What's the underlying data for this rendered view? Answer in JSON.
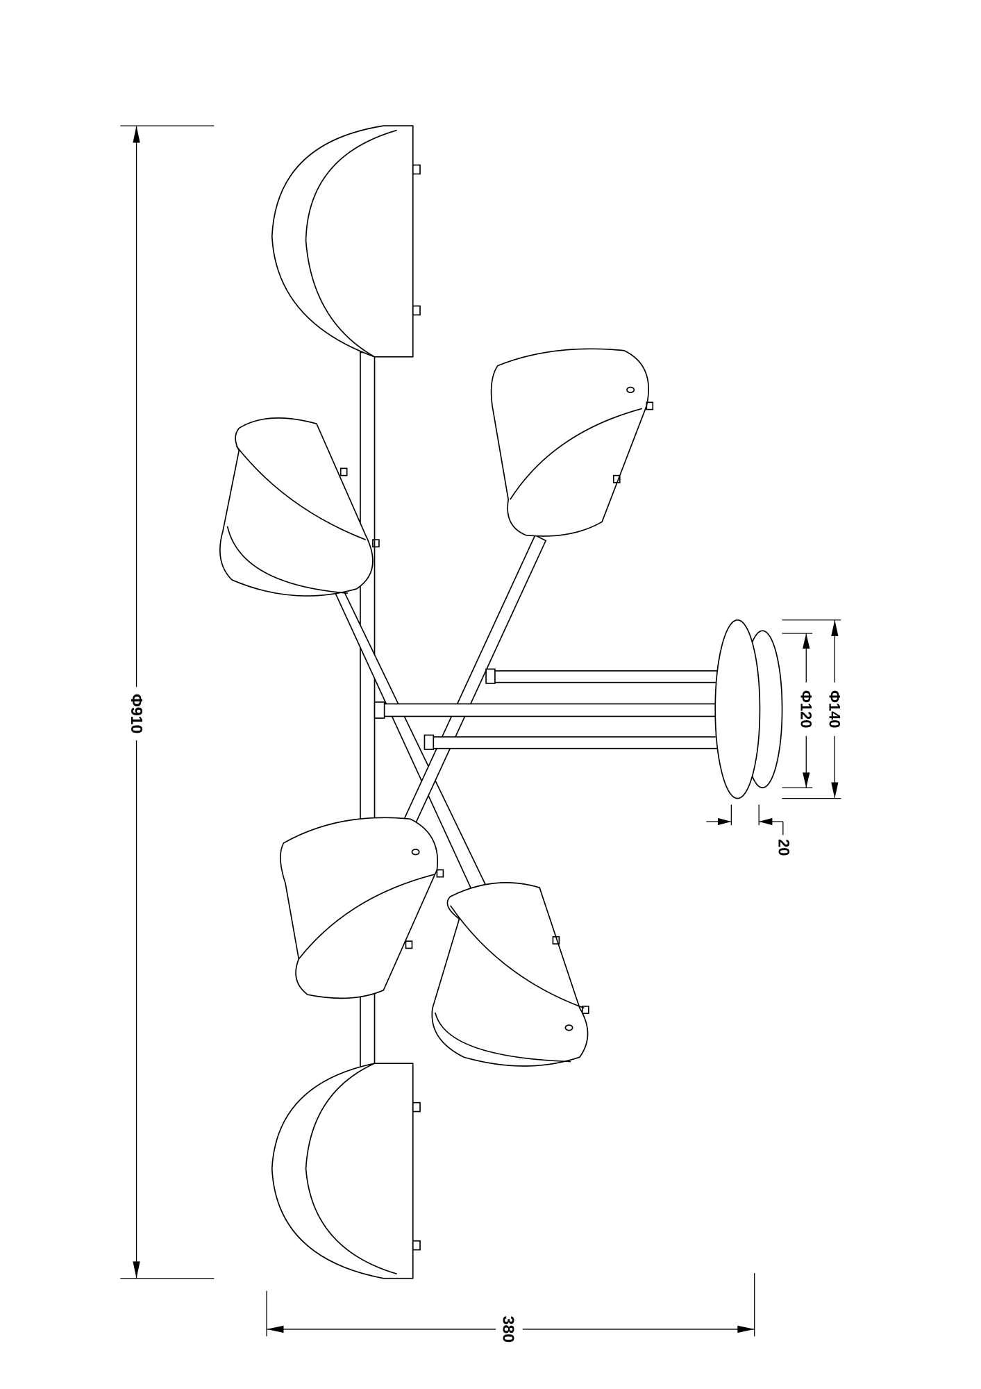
{
  "drawing": {
    "type": "technical-dimension-drawing",
    "subject": "multi-arm ceiling lamp with six shades",
    "line_color": "#000000",
    "background": "#ffffff"
  },
  "dimensions": {
    "overall_length": {
      "label": "Φ910",
      "orientation": "vertical"
    },
    "overall_height": {
      "label": "380",
      "orientation": "horizontal"
    },
    "canopy_outer_diameter": {
      "label": "Φ140",
      "orientation": "vertical"
    },
    "canopy_inner_diameter": {
      "label": "Φ120",
      "orientation": "vertical"
    },
    "canopy_thickness": {
      "label": "20",
      "orientation": "horizontal"
    }
  },
  "components": {
    "shades_count": 6,
    "end_shades": [
      "top-half-dome",
      "bottom-half-dome"
    ],
    "angled_shades": [
      "upper-left",
      "upper-right",
      "lower-left",
      "lower-right"
    ],
    "canopy": "ceiling-mount-disc",
    "rods": 3
  }
}
